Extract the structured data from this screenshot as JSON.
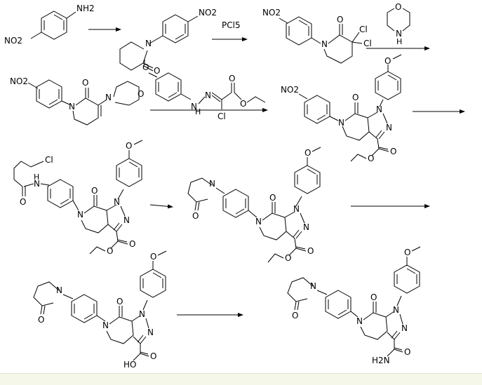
{
  "reagents": {
    "pcl5": "PCl5"
  },
  "labels": {
    "nh2": "NH2",
    "no2": "NO2",
    "n": "N",
    "o": "O",
    "h": "H",
    "cl": "Cl",
    "ho": "HO",
    "h2n": "H2N"
  },
  "colors": {
    "ink": "#000000",
    "footer": "#f5f8e8"
  }
}
